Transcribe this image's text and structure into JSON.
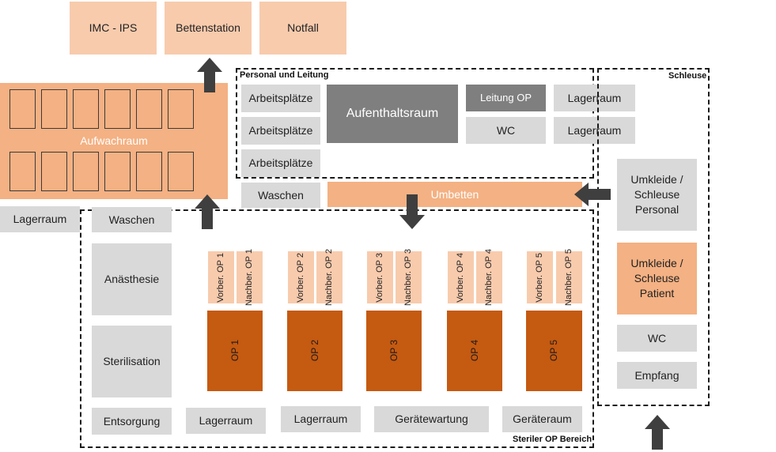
{
  "top_wards": {
    "imc": "IMC - IPS",
    "bettenstation": "Bettenstation",
    "notfall": "Notfall"
  },
  "aufwachraum": {
    "label": "Aufwachraum"
  },
  "personal": {
    "title": "Personal und Leitung",
    "arbeitsplatz_1": "Arbeitsplätze",
    "arbeitsplatz_2": "Arbeitsplätze",
    "arbeitsplatz_3": "Arbeitsplätze",
    "aufenthaltsraum": "Aufenthaltsraum",
    "leitung_op": "Leitung OP",
    "wc": "WC",
    "lagerraum_1": "Lagerraum",
    "lagerraum_2": "Lagerraum"
  },
  "schleuse": {
    "title": "Schleuse",
    "umkleide_personal": "Umkleide / Schleuse Personal",
    "umkleide_patient": "Umkleide / Schleuse Patient",
    "wc": "WC",
    "empfang": "Empfang"
  },
  "middle": {
    "waschen_top": "Waschen",
    "umbetten": "Umbetten",
    "lagerraum_left": "Lagerraum"
  },
  "steriler_bereich": {
    "title": "Steriler OP Bereich",
    "waschen": "Waschen",
    "anaesthesie": "Anästhesie",
    "sterilisation": "Sterilisation",
    "entsorgung": "Entsorgung",
    "lagerraum_1": "Lagerraum",
    "lagerraum_2": "Lagerraum",
    "geraetewartung": "Gerätewartung",
    "geraeteraum": "Geräteraum",
    "ops": [
      {
        "op": "OP 1",
        "vorber": "Vorber. OP 1",
        "nachber": "Nachber. OP 1"
      },
      {
        "op": "OP 2",
        "vorber": "Vorber. OP 2",
        "nachber": "Nachber. OP 2"
      },
      {
        "op": "OP 3",
        "vorber": "Vorber. OP 3",
        "nachber": "Nachber. OP 3"
      },
      {
        "op": "OP 4",
        "vorber": "Vorber. OP 4",
        "nachber": "Nachber. OP 4"
      },
      {
        "op": "OP 5",
        "vorber": "Vorber. OP 5",
        "nachber": "Nachber. OP 5"
      }
    ]
  },
  "colors": {
    "grey": "#d9d9d9",
    "dark_grey": "#7f7f7f",
    "peach": "#f8cbad",
    "salmon": "#f4b183",
    "op_orange": "#c55a11",
    "arrow": "#3f3f3f"
  }
}
